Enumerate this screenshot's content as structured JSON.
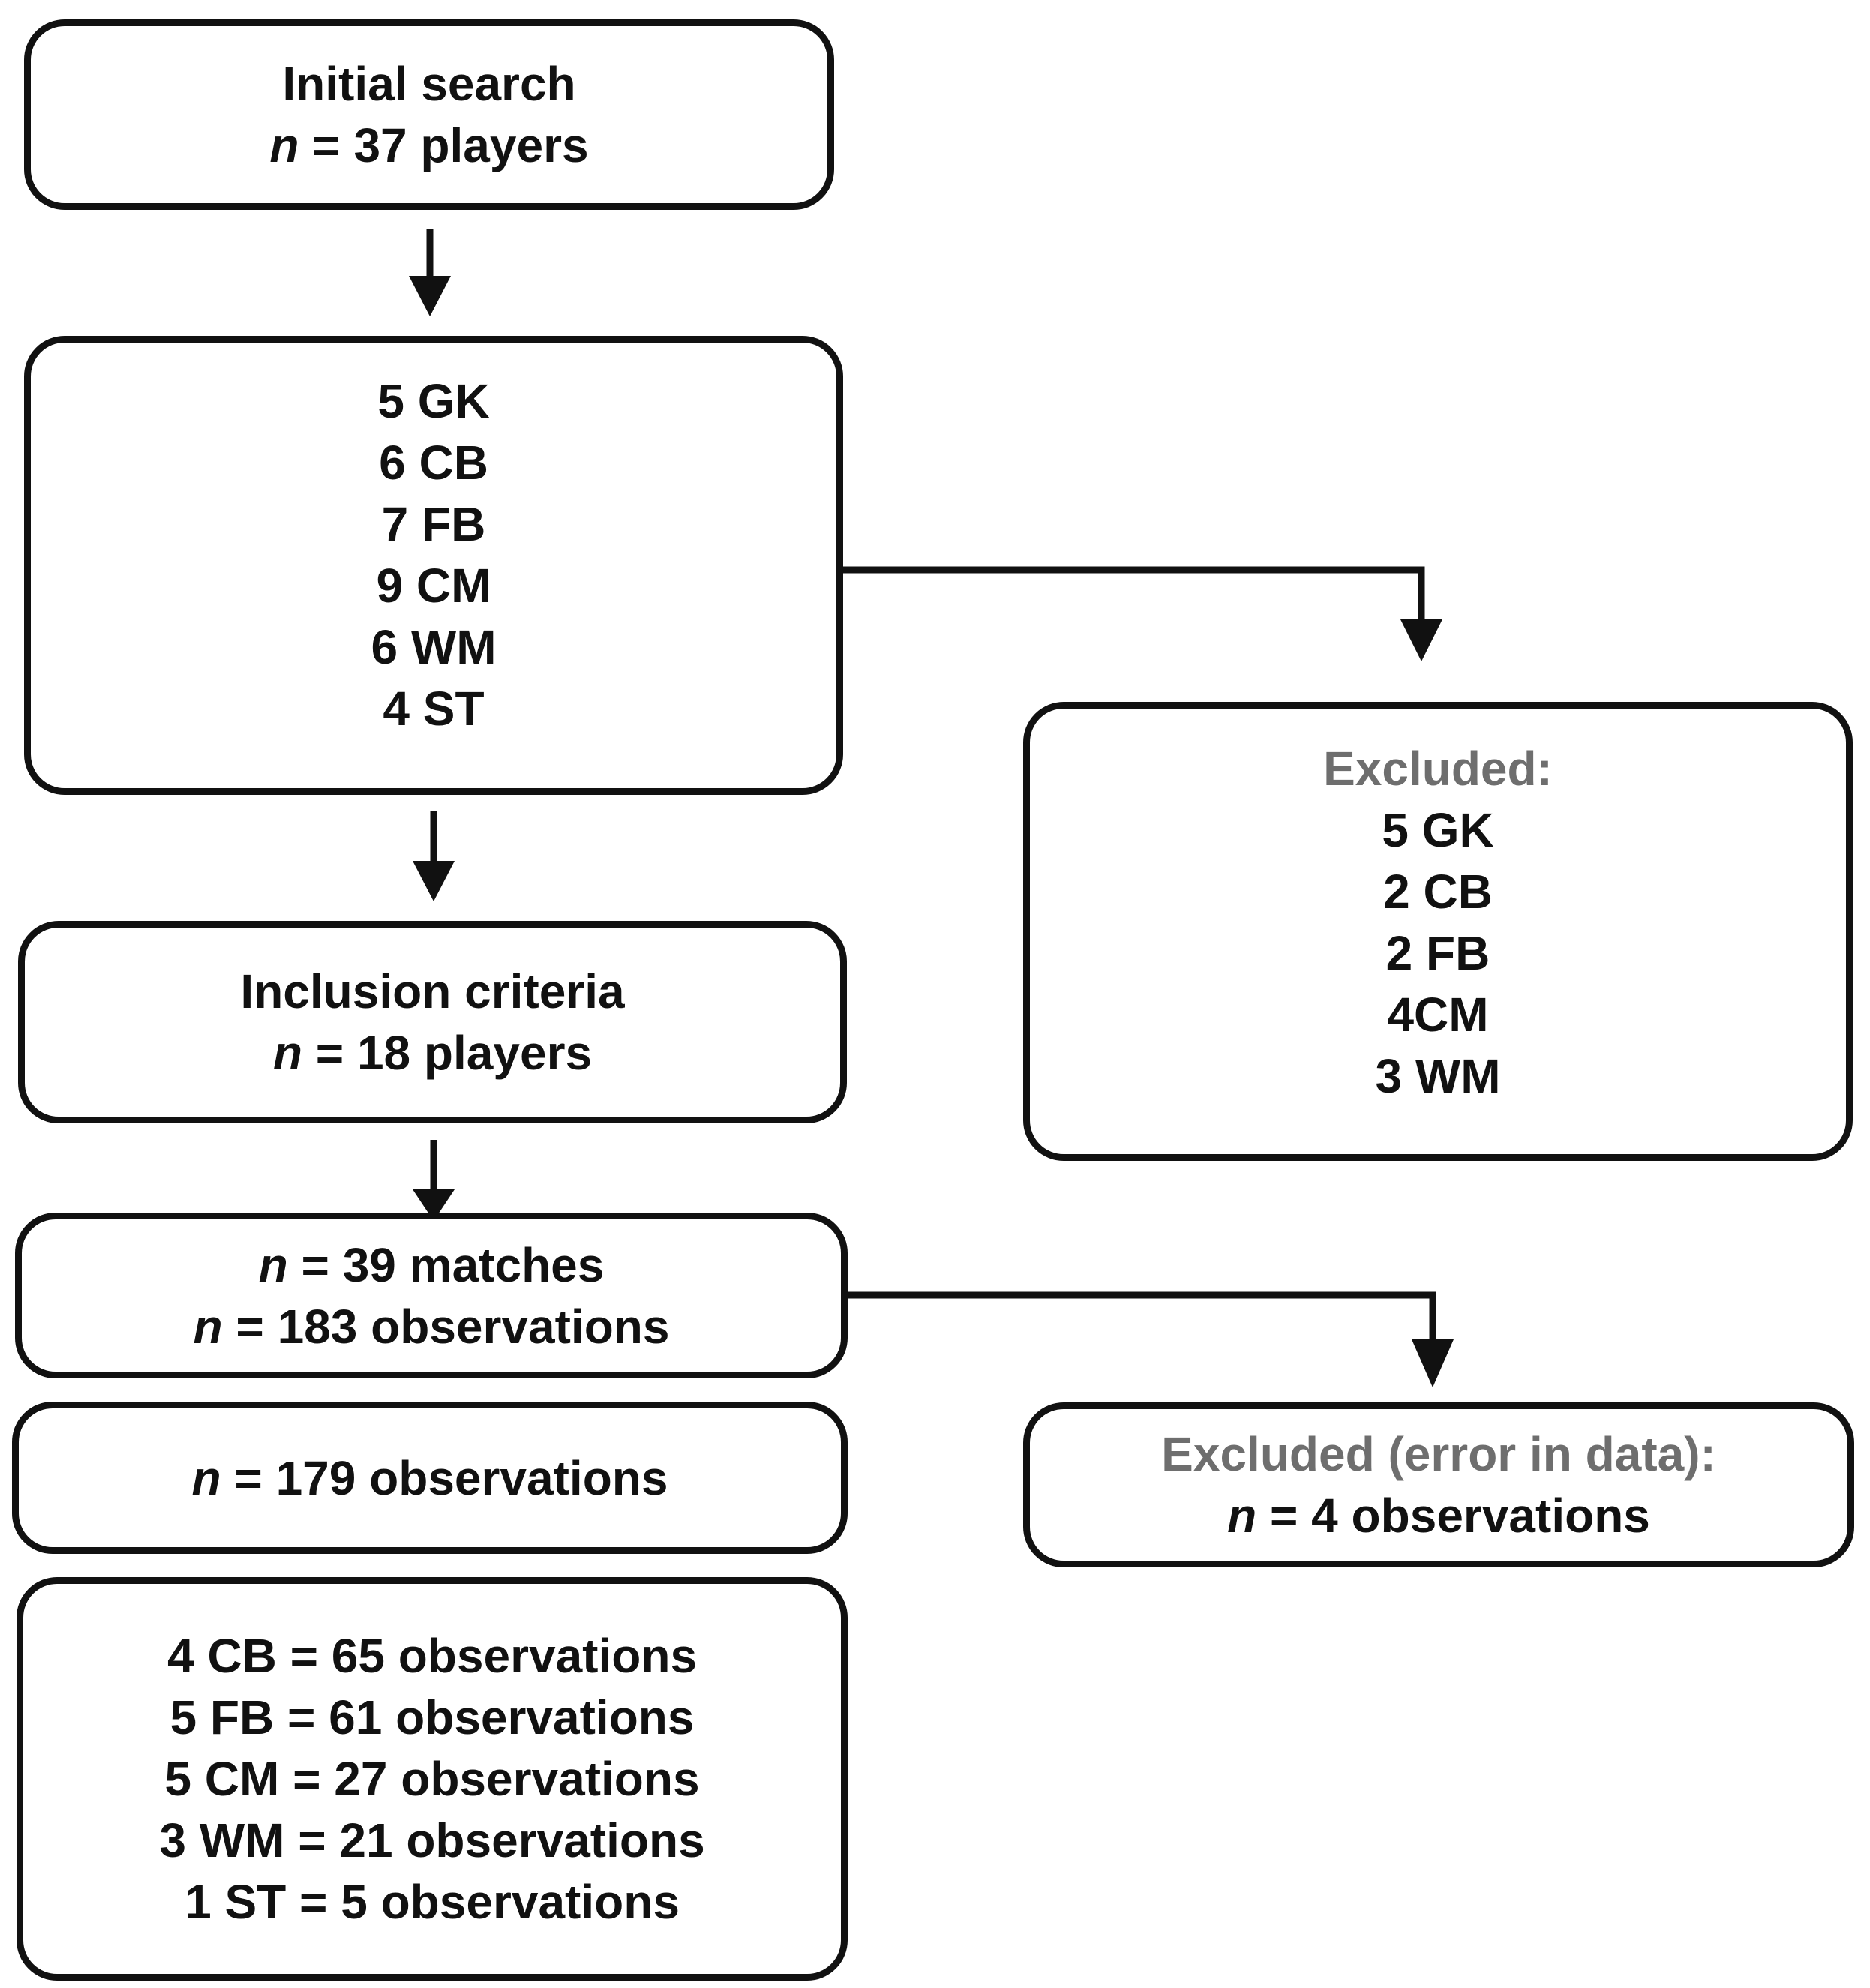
{
  "initial": {
    "title": "Initial search",
    "n_label": "n",
    "count_text": " = 37 players"
  },
  "positions": [
    "5 GK",
    "6 CB",
    "7 FB",
    "9 CM",
    "6 WM",
    "4 ST"
  ],
  "inclusion": {
    "title": "Inclusion criteria",
    "n_label": "n",
    "count_text": " = 18 players"
  },
  "matches": {
    "n_label_1": "n",
    "line1": " = 39 matches",
    "n_label_2": "n",
    "line2": " = 183 observations"
  },
  "retained": {
    "n_label": "n",
    "text": " = 179 observations"
  },
  "final": [
    "4 CB = 65 observations",
    "5 FB = 61 observations",
    "5 CM = 27 observations",
    "3 WM = 21 observations",
    "1 ST = 5 observations"
  ],
  "excluded": {
    "title": "Excluded:",
    "items": [
      "5 GK",
      "2 CB",
      "2 FB",
      "4CM",
      "3 WM"
    ]
  },
  "excluded_error": {
    "title": "Excluded (error in data):",
    "n_label": "n",
    "text": " = 4 observations"
  },
  "colors": {
    "stroke": "#111111",
    "muted_text": "#6e6e6e",
    "background": "#ffffff"
  }
}
